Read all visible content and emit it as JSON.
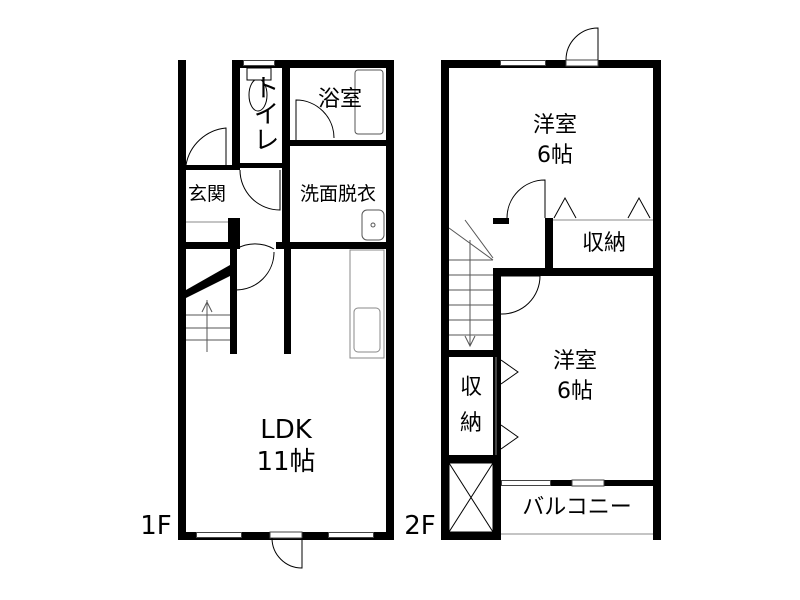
{
  "floor1": {
    "label": "1F",
    "rooms": {
      "toilet": "トイレ",
      "bath": "浴室",
      "entrance": "玄関",
      "washroom": "洗面脱衣",
      "ldk_name": "LDK",
      "ldk_size": "11帖"
    }
  },
  "floor2": {
    "label": "2F",
    "rooms": {
      "western1_name": "洋室",
      "western1_size": "6帖",
      "storage1": "収納",
      "western2_name": "洋室",
      "western2_size": "6帖",
      "storage2_line1": "収",
      "storage2_line2": "納",
      "balcony": "バルコニー"
    }
  },
  "colors": {
    "wall": "#000000",
    "background": "#ffffff",
    "fixture": "#888888"
  }
}
